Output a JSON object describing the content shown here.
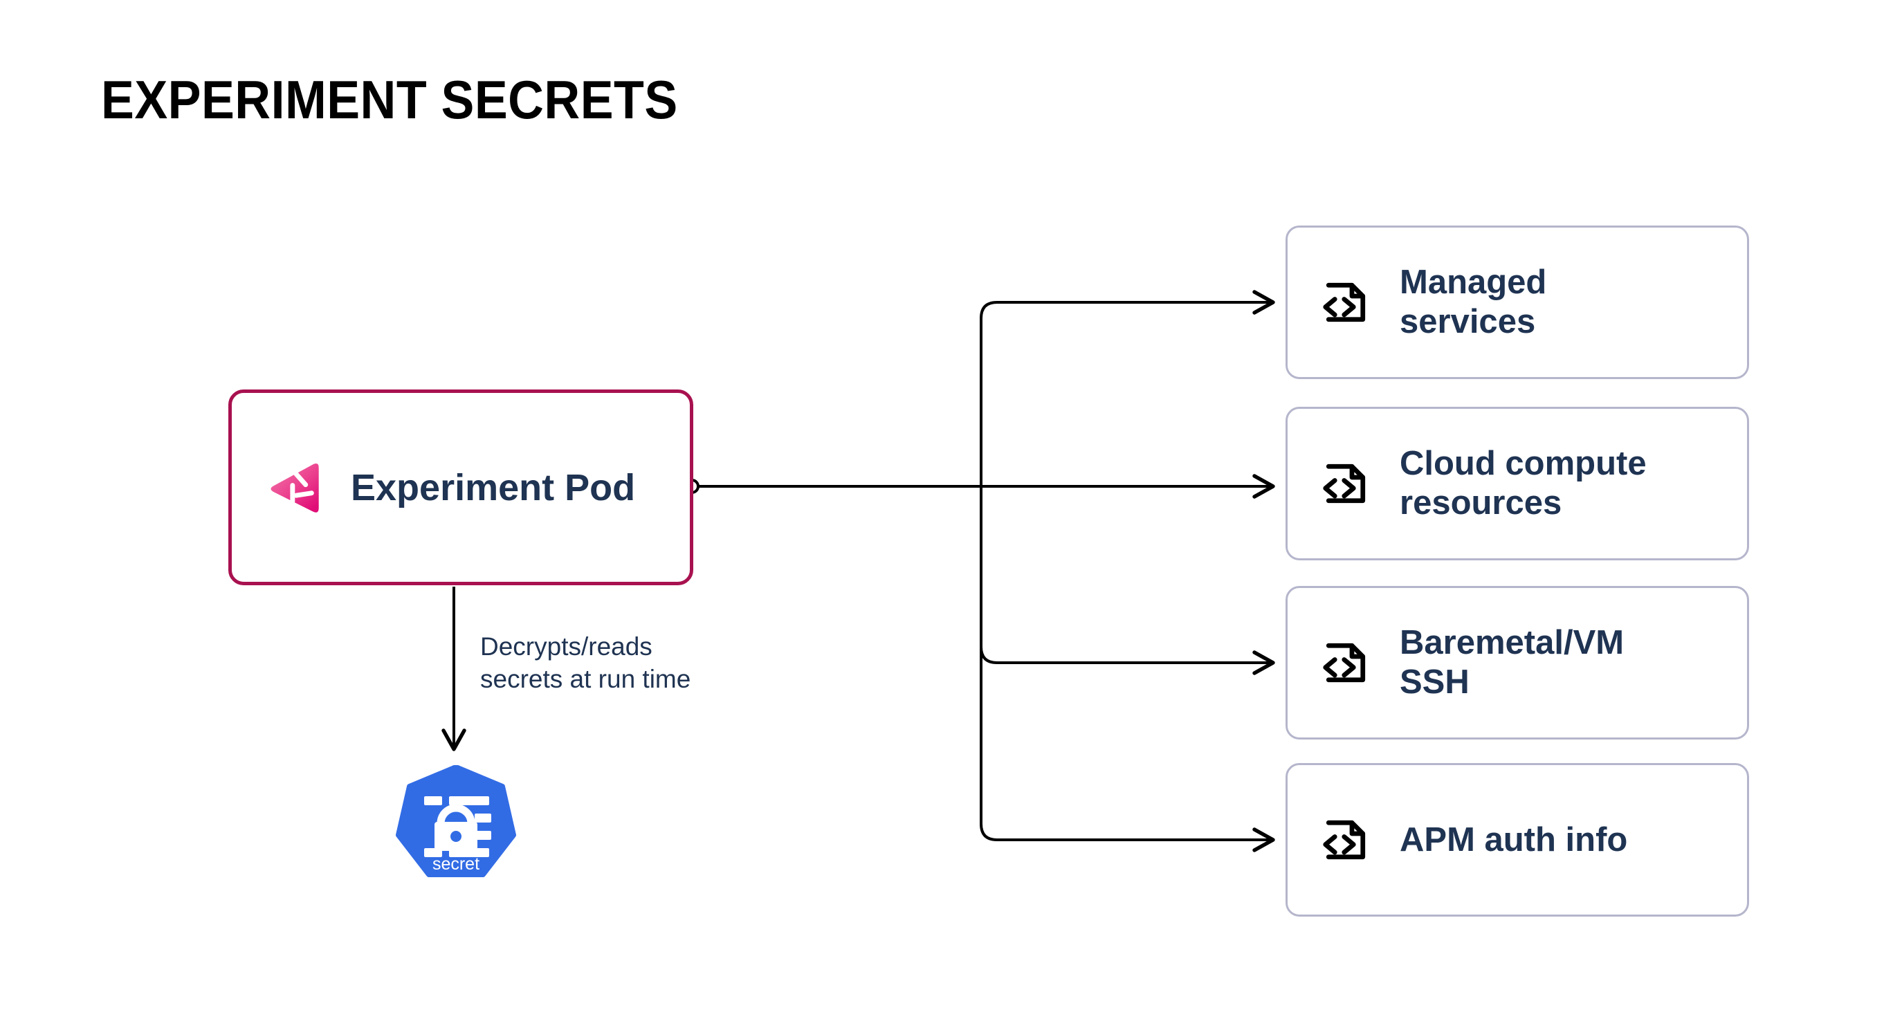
{
  "page": {
    "title": "EXPERIMENT SECRETS",
    "background_color": "#ffffff"
  },
  "colors": {
    "title_text": "#000000",
    "node_text": "#1f3352",
    "pod_border": "#a8114f",
    "card_border": "#b5b6cc",
    "card_background": "#ffffff",
    "connector_line": "#000000",
    "kubernetes_blue": "#326ce5",
    "litmus_pink_light": "#f4689f",
    "litmus_pink_dark": "#e4117a"
  },
  "source_node": {
    "label": "Experiment Pod",
    "icon": "litmus-logo-icon",
    "border_color": "#a8114f"
  },
  "secret_node": {
    "label": "secret",
    "icon": "kubernetes-secret-icon",
    "badge_color": "#326ce5"
  },
  "edges": {
    "pod_to_secret": {
      "label_line_1": "Decrypts/reads",
      "label_line_2": "secrets at run time",
      "direction": "down",
      "arrowhead": true
    },
    "pod_to_targets": {
      "label": "",
      "direction": "right",
      "branch_count": 4,
      "arrowhead": true,
      "origin_port": "circle"
    }
  },
  "targets": {
    "icon": "code-file-icon",
    "items": [
      {
        "label_line_1": "Managed",
        "label_line_2": "services"
      },
      {
        "label_line_1": "Cloud compute",
        "label_line_2": "resources"
      },
      {
        "label_line_1": "Baremetal/VM",
        "label_line_2": "SSH"
      },
      {
        "label_line_1": "APM auth info",
        "label_line_2": ""
      }
    ]
  }
}
